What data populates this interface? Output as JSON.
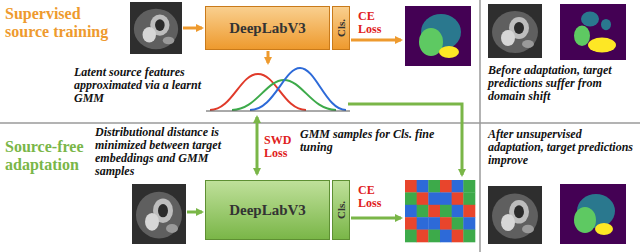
{
  "diagram": {
    "nodes": [
      {
        "text": [
          "DeepLabV3"
        ]
      },
      {
        "text": [
          "Cls."
        ]
      },
      {
        "text": [
          "DeepLabV3"
        ]
      },
      {
        "text": [
          "Cls."
        ]
      }
    ],
    "labels": [
      "Supervised source training",
      "CE Loss",
      "Latent source features approximated via a learnt GMM",
      "Before adaptation, target predictions suffer from domain shift",
      "Source-free adaptation",
      "Distributional distance is minimized between target embeddings and GMM samples",
      "SWD Loss",
      "CE Loss",
      "GMM samples for Cls. fine tuning",
      "After unsupervised adaptation, target predictions improve"
    ]
  }
}
